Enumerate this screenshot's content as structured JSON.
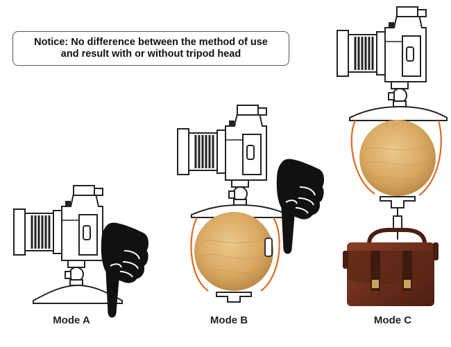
{
  "notice": {
    "line1": "Notice: No difference between the method of use",
    "line2": "and result with or without tripod head"
  },
  "modes": [
    {
      "label": "Mode A"
    },
    {
      "label": "Mode B"
    },
    {
      "label": "Mode C"
    }
  ],
  "colors": {
    "outline": "#222222",
    "strap": "#e06a1f",
    "wood_light": "#e2b877",
    "wood_dark": "#b88540",
    "bag": "#6b2e1c",
    "bag_dark": "#3f1a10",
    "hand": "#111111"
  },
  "icons": [
    "camera-icon",
    "ball-head-icon",
    "mount-plate-icon",
    "pointing-hand-icon",
    "wooden-disc-icon",
    "hook-icon",
    "leather-bag-icon"
  ]
}
